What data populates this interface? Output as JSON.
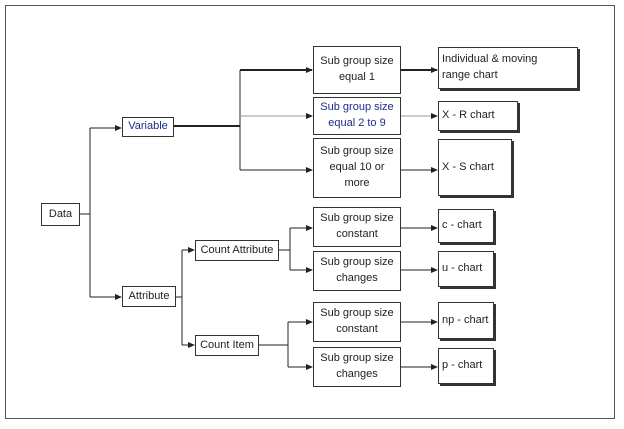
{
  "root": {
    "label": "Data"
  },
  "variable": {
    "label": "Variable",
    "branches": [
      {
        "condition": "Sub group size\nequal 1",
        "chart": "Individual & moving\nrange chart"
      },
      {
        "condition": "Sub group size\nequal 2 to 9",
        "chart": "X - R chart"
      },
      {
        "condition": "Sub group size\nequal 10 or\nmore",
        "chart": "X - S chart"
      }
    ]
  },
  "attribute": {
    "label": "Attribute",
    "count_attribute": {
      "label": "Count Attribute",
      "branches": [
        {
          "condition": "Sub group size\nconstant",
          "chart": "c - chart"
        },
        {
          "condition": "Sub group size\nchanges",
          "chart": "u - chart"
        }
      ]
    },
    "count_item": {
      "label": "Count Item",
      "branches": [
        {
          "condition": "Sub group size\nconstant",
          "chart": "np - chart"
        },
        {
          "condition": "Sub group size\nchanges",
          "chart": "p - chart"
        }
      ]
    }
  }
}
